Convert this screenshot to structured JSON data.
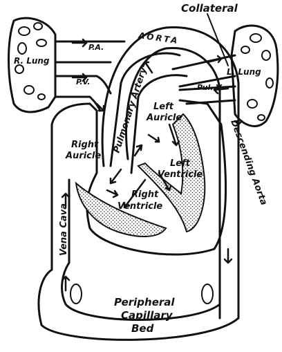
{
  "labels": {
    "collateral": "Collateral",
    "aorta": "AORTA",
    "pa": "P.A.",
    "r_lung": "R. Lung",
    "l_lung": "L. Lung",
    "pv": "P.V.",
    "pul_v": "Pul. V.",
    "pulmonary_artery": "Pulmonary Artery",
    "left_auricle_1": "Left",
    "left_auricle_2": "Auricle",
    "right_auricle_1": "Right",
    "right_auricle_2": "Auricle",
    "left_ventricle_1": "Left",
    "left_ventricle_2": "Ventricle",
    "right_ventricle_1": "Right",
    "right_ventricle_2": "Ventricle",
    "vena_cava": "Vena Cava",
    "descending_aorta": "Descending Aorta",
    "peripheral_1": "Peripheral",
    "peripheral_2": "Capillary",
    "peripheral_3": "Bed"
  }
}
